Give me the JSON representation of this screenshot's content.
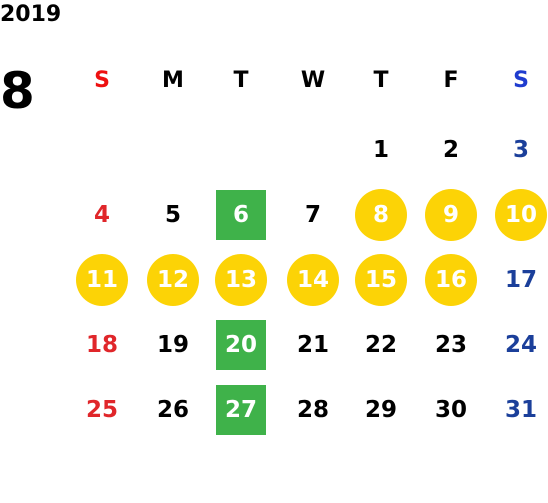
{
  "header": {
    "year": "2019",
    "month": "8"
  },
  "weekdays": [
    "S",
    "M",
    "T",
    "W",
    "T",
    "F",
    "S"
  ],
  "weeks": [
    [
      "",
      "",
      "",
      "",
      "1",
      "2",
      "3"
    ],
    [
      "4",
      "5",
      "6",
      "7",
      "8",
      "9",
      "10"
    ],
    [
      "11",
      "12",
      "13",
      "14",
      "15",
      "16",
      "17"
    ],
    [
      "18",
      "19",
      "20",
      "21",
      "22",
      "23",
      "24"
    ],
    [
      "25",
      "26",
      "27",
      "28",
      "29",
      "30",
      "31"
    ]
  ],
  "highlights": {
    "circle": [
      "8",
      "9",
      "10",
      "11",
      "12",
      "13",
      "14",
      "15",
      "16"
    ],
    "square": [
      "6",
      "20",
      "27"
    ]
  },
  "colors": {
    "sunday": "#e0262a",
    "saturday": "#1b3f9a",
    "circle": "#fcd306",
    "square": "#3fb24a"
  }
}
